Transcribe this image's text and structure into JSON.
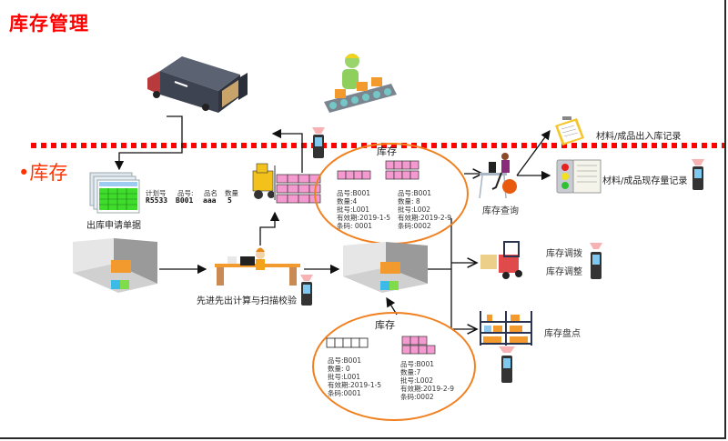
{
  "title": "库存管理",
  "section_label": "•库存",
  "top_icons": {
    "truck": "delivery-truck",
    "worker": "conveyor-worker"
  },
  "request_doc": {
    "label": "出库申请单据",
    "columns": [
      {
        "header": "计划号",
        "value": "R5533"
      },
      {
        "header": "品号:",
        "value": "B001"
      },
      {
        "header": "品名",
        "value": "aaa"
      },
      {
        "header": "数量",
        "value": "5"
      }
    ]
  },
  "fifo_station": {
    "label": "先进先出计算与扫描校验"
  },
  "inventory_top": {
    "title": "库存",
    "lots": [
      {
        "lines": [
          "品号:B001",
          "数量:4",
          "批号:L001",
          "有效期:2019-1-5",
          "条码: 0001"
        ]
      },
      {
        "lines": [
          "品号:B001",
          "数量: 8",
          "批号:L002",
          "有效期:2019-2-9",
          "条码:0002"
        ]
      }
    ]
  },
  "inventory_bottom": {
    "title": "库存",
    "lots": [
      {
        "lines": [
          "品号:B001",
          "数量: 0",
          "批号:L001",
          "有效期:2019-1-5",
          "条码:0001"
        ]
      },
      {
        "lines": [
          "品号:B001",
          "数量:7",
          "批号:L002",
          "有效期:2019-2-9",
          "条码:0002"
        ]
      }
    ]
  },
  "query": {
    "label": "库存查询",
    "outputs": [
      {
        "label": "材料/成品出入库记录",
        "icon": "clipboard"
      },
      {
        "label": "材料/成品现存量记录",
        "icon": "traffic-light-report"
      }
    ]
  },
  "operations": {
    "transfer": "库存调拨",
    "adjust": "库存调整",
    "count": "库存盘点"
  },
  "colors": {
    "title_red": "#ff0000",
    "dotted_line": "#ff0000",
    "ellipse_orange": "#f08020",
    "box_pink": "#f59ad0"
  }
}
